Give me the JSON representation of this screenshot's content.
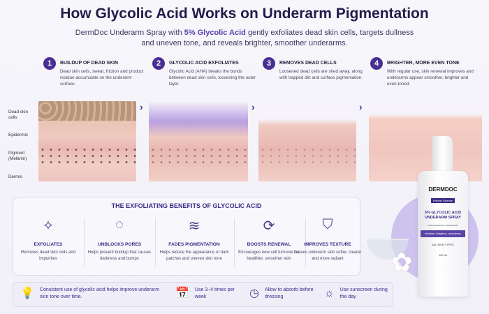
{
  "title": "How Glycolic Acid Works on Underarm Pigmentation",
  "subtitle": {
    "pre": "DermDoc Underarm Spray with ",
    "highlight": "5% Glycolic Acid",
    "post": " gently exfoliates dead skin cells, targets dullness and uneven tone, and reveals brighter, smoother underarms."
  },
  "steps": [
    {
      "num": "1",
      "title": "BUILDUP OF DEAD SKIN",
      "desc": "Dead skin cells, sweat, friction and product residue accumulate on the underarm surface."
    },
    {
      "num": "2",
      "title": "GLYCOLIC ACID EXFOLIATES",
      "desc": "Glycolic Acid (AHA) breaks the bonds between dead skin cells, loosening the outer layer."
    },
    {
      "num": "3",
      "title": "REMOVES DEAD CELLS",
      "desc": "Loosened dead cells are shed away, along with trapped dirt and surface pigmentation."
    },
    {
      "num": "4",
      "title": "BRIGHTER, MORE EVEN TONE",
      "desc": "With regular use, skin renewal improves and underarms appear smoother, brighter and even-toned."
    }
  ],
  "skin_labels": [
    "Dead skin cells",
    "Epidermis",
    "Pigment (Melanin)",
    "Dermis"
  ],
  "benefits": {
    "heading": "THE EXFOLIATING BENEFITS OF GLYCOLIC ACID",
    "items": [
      {
        "icon": "sparkles-icon",
        "glyph": "✧",
        "title": "EXFOLIATES",
        "desc": "Removes dead skin cells and impurities"
      },
      {
        "icon": "pores-icon",
        "glyph": "◌",
        "title": "UNBLOCKS PORES",
        "desc": "Helps prevent buildup that causes darkness and bumps"
      },
      {
        "icon": "waves-icon",
        "glyph": "≋",
        "title": "FADES PIGMENTATION",
        "desc": "Helps reduce the appearance of dark patches and uneven skin tone"
      },
      {
        "icon": "refresh-icon",
        "glyph": "⟳",
        "title": "BOOSTS RENEWAL",
        "desc": "Encourages new cell turnover for healthier, smoother skin"
      },
      {
        "icon": "shield-check-icon",
        "glyph": "⛉",
        "title": "IMPROVES TEXTURE",
        "desc": "Leaves underarm skin softer, clearer and more radiant"
      }
    ]
  },
  "tips": [
    {
      "icon": "lightbulb-icon",
      "glyph": "💡",
      "text": "Consistent use of glycolic acid helps improve underarm skin tone over time."
    },
    {
      "icon": "calendar-icon",
      "glyph": "📅",
      "text": "Use 3–4 times per week"
    },
    {
      "icon": "clock-icon",
      "glyph": "◷",
      "text": "Allow to absorb before dressing"
    },
    {
      "icon": "sun-icon",
      "glyph": "☼",
      "text": "Use sunscreen during the day"
    }
  ],
  "product": {
    "brand": "DERMDOC",
    "tagline": "Honest Science",
    "name": "5% GLYCOLIC ACID UNDERARM SPRAY",
    "for": "FOR DARKENED UNDERARMS",
    "benefits": "exfoliates | brightens | smoothens",
    "skin": "ALL SKIN TYPES",
    "volume": "100 ml"
  },
  "colors": {
    "accent": "#4a2f93",
    "heading": "#231c4a"
  }
}
